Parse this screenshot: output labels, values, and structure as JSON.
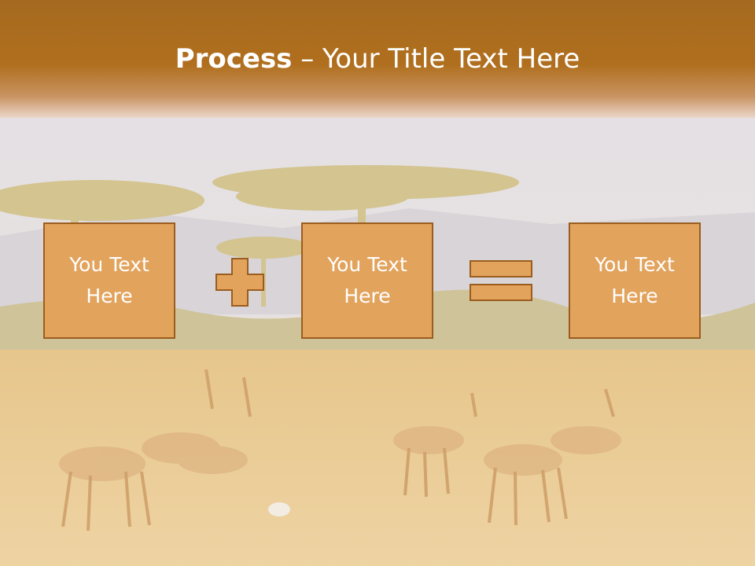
{
  "title": {
    "bold": "Process",
    "rest": " – Your Title Text Here"
  },
  "boxes": [
    {
      "line1": "You Text",
      "line2": "Here"
    },
    {
      "line1": "You Text",
      "line2": "Here"
    },
    {
      "line1": "You Text",
      "line2": "Here"
    }
  ],
  "operators": [
    "plus-icon",
    "equals-icon"
  ],
  "colors": {
    "header": "#a56a20",
    "box_fill": "#e2a35d",
    "box_border": "#9b5d1e"
  }
}
